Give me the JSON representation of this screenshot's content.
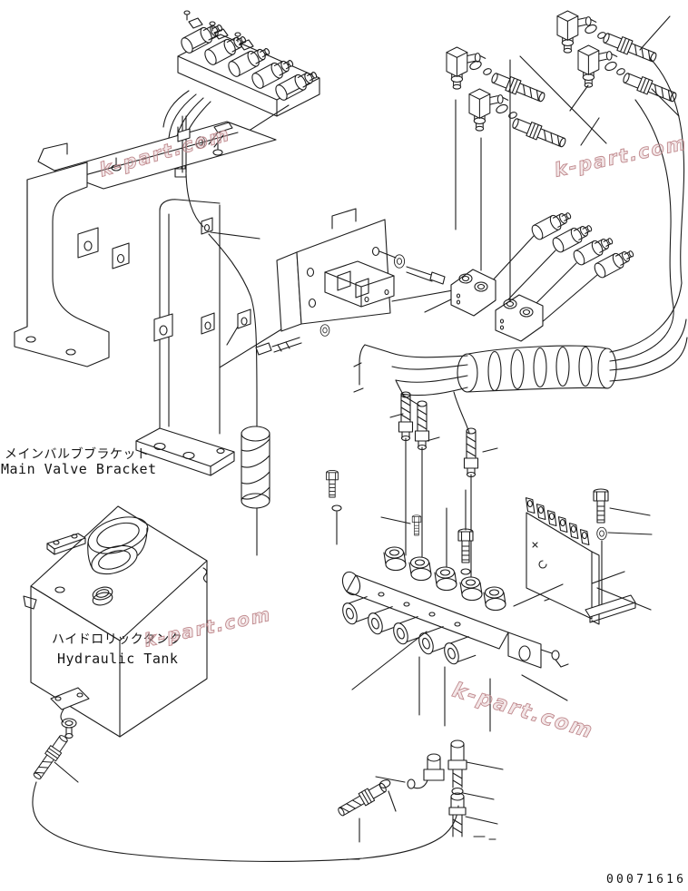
{
  "colors": {
    "background": "#ffffff",
    "line": "#1c1c1c",
    "watermark": "#c08a8e"
  },
  "labels": {
    "main_valve_bracket": {
      "jp": "メインバルブブラケット",
      "en": "Main Valve Bracket"
    },
    "hydraulic_tank": {
      "jp": "ハイドロリックタンク",
      "en": "Hydraulic Tank"
    }
  },
  "watermark": {
    "text": "k-part.com"
  },
  "footer": {
    "part_number": "00071616"
  }
}
